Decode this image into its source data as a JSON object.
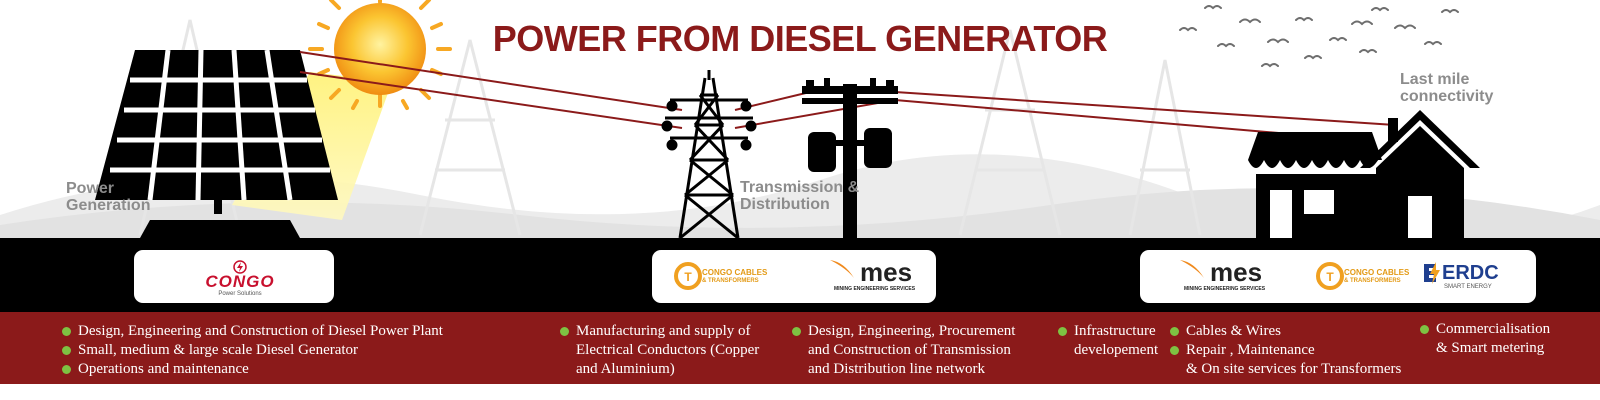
{
  "title": "POWER FROM DIESEL GENERATOR",
  "stages": {
    "generation": "Power Generation",
    "transmission": "Transmission & Distribution",
    "last_mile": "Last mile connectivity"
  },
  "logos": {
    "congo_power": {
      "name": "CONGO",
      "tagline": "Power Solutions"
    },
    "congo_cables": {
      "line1": "CONGO CABLES",
      "line2": "& TRANSFORMERS"
    },
    "mes": {
      "name": "mes",
      "tagline": "MINING ENGINEERING SERVICES"
    },
    "erdc": {
      "name": "ERDC",
      "tagline": "SMART ENERGY"
    }
  },
  "services": {
    "generation": [
      {
        "text": "Design, Engineering and Construction of Diesel Power Plant",
        "bullet": true
      },
      {
        "text": "Small, medium & large scale Diesel  Generator",
        "bullet": true
      },
      {
        "text": "Operations and maintenance",
        "bullet": true
      }
    ],
    "conductors": [
      {
        "text": "Manufacturing and supply of",
        "bullet": true
      },
      {
        "text": "Electrical Conductors (Copper",
        "bullet": false
      },
      {
        "text": "and Aluminium)",
        "bullet": false
      }
    ],
    "transmission": [
      {
        "text": "Design, Engineering, Procurement",
        "bullet": true
      },
      {
        "text": "and Construction of Transmission",
        "bullet": false
      },
      {
        "text": "and Distribution line network",
        "bullet": false
      }
    ],
    "infrastructure": [
      {
        "text": "Infrastructure",
        "bullet": true
      },
      {
        "text": "developement",
        "bullet": false
      }
    ],
    "cables": [
      {
        "text": "Cables & Wires",
        "bullet": true
      },
      {
        "text": "Repair , Maintenance",
        "bullet": true
      },
      {
        "text": "& On site services for Transformers",
        "bullet": false
      }
    ],
    "metering": [
      {
        "text": "Commercialisation",
        "bullet": true
      },
      {
        "text": "& Smart metering",
        "bullet": false
      }
    ]
  },
  "colors": {
    "accent": "#8b1a1a",
    "band": "#000000",
    "bullet": "#7ec242",
    "sun": "#f7a823",
    "label": "#8c8c8c"
  }
}
